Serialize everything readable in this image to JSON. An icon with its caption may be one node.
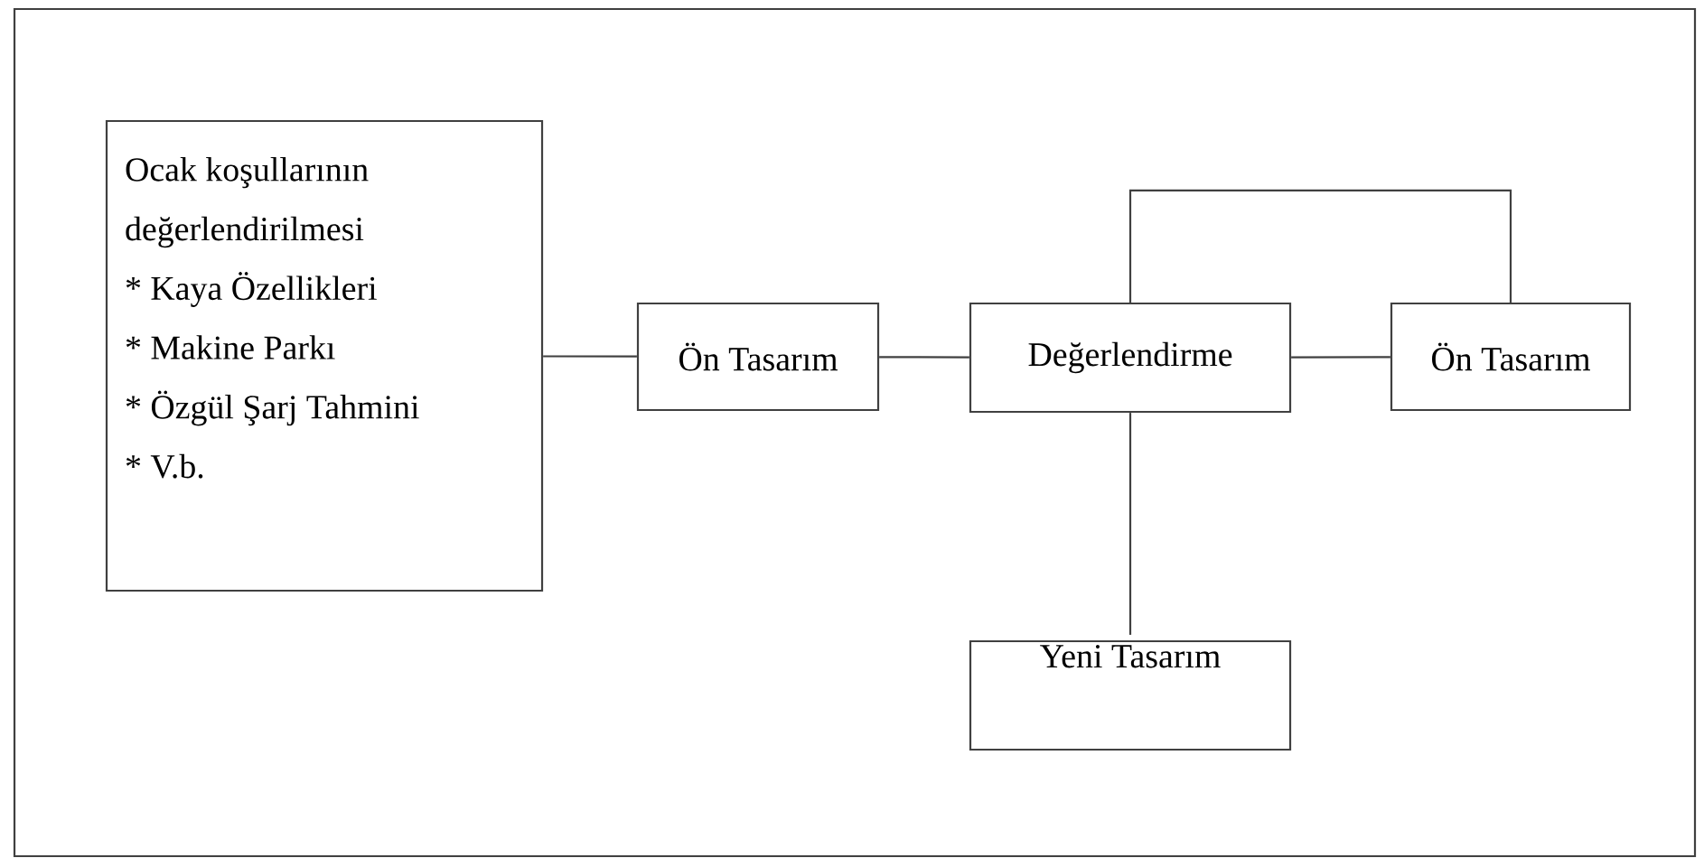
{
  "diagram": {
    "nodes": [
      {
        "text": [
          "Ocak koşullarının değerlendirilmesi",
          "* Kaya Özellikleri",
          "* Makine Parkı",
          "* Özgül Şarj Tahmini",
          "* V.b."
        ]
      },
      {
        "text": [
          "Ön Tasarım"
        ]
      },
      {
        "text": [
          "Değerlendirme"
        ]
      },
      {
        "text": [
          "Ön Tasarım"
        ]
      },
      {
        "text": [
          "Yeni Tasarım"
        ]
      }
    ],
    "edges": [
      {
        "from": 0,
        "to": 1,
        "arrow": "none"
      },
      {
        "from": 1,
        "to": 2,
        "arrow": "none"
      },
      {
        "from": 2,
        "to": 3,
        "arrow": "none"
      },
      {
        "from": 2,
        "to": 3,
        "arrow": "none"
      },
      {
        "from": 2,
        "to": 4,
        "arrow": "none"
      }
    ]
  }
}
